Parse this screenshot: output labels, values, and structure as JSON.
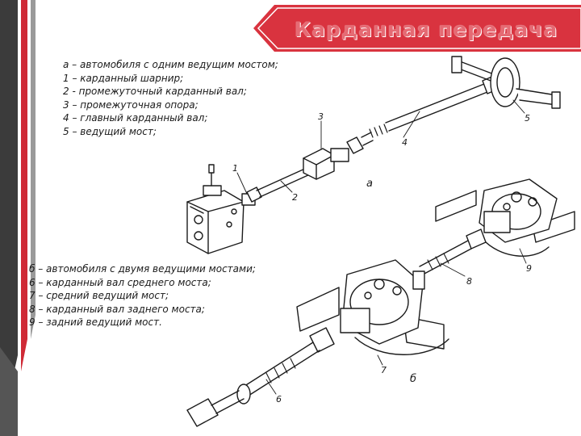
{
  "slide": {
    "title": "Карданная передача",
    "colors": {
      "banner": "#d9333f",
      "banner_text": "#e56b74",
      "stripe_dark": "#3b3b3b",
      "stripe_red": "#cf2a36",
      "ink": "#1b1b1b"
    }
  },
  "legend_a": {
    "items": [
      "а – автомобиля с одним ведущим мостом;",
      "1 – карданный шарнир;",
      "2 - промежуточный карданный вал;",
      "3 – промежуточная опора;",
      "4 – главный карданный вал;",
      "5 – ведущий мост;"
    ]
  },
  "legend_b": {
    "items": [
      "б – автомобиля с двумя ведущими мостами;",
      "6 – карданный вал среднего моста;",
      "7 – средний ведущий мост;",
      "8 – карданный вал заднего моста;",
      "9 – задний ведущий мост."
    ]
  },
  "callouts": {
    "n1": "1",
    "n2": "2",
    "n3": "3",
    "n4": "4",
    "n5": "5",
    "n6": "6",
    "n7": "7",
    "n8": "8",
    "n9": "9",
    "fig_a": "а",
    "fig_b": "б"
  }
}
